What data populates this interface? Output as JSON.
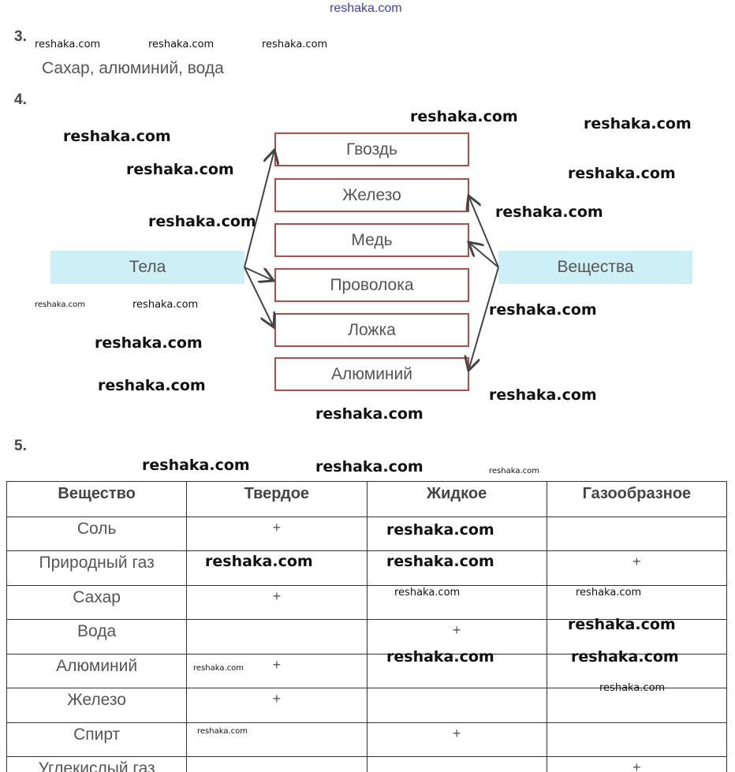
{
  "header_watermark": "reshaka.com",
  "task3": {
    "number": "3.",
    "answer": "Сахар, алюминий, вода"
  },
  "task4": {
    "number": "4.",
    "left_label": "Тела",
    "right_label": "Вещества",
    "items": [
      "Гвоздь",
      "Железо",
      "Медь",
      "Проволока",
      "Ложка",
      "Алюминий"
    ],
    "links_from_left": [
      "Гвоздь",
      "Проволока",
      "Ложка"
    ],
    "links_from_right": [
      "Железо",
      "Медь",
      "Алюминий"
    ]
  },
  "task5": {
    "number": "5.",
    "headers": [
      "Вещество",
      "Твердое",
      "Жидкое",
      "Газообразное"
    ],
    "rows": [
      [
        "Соль",
        "+",
        "",
        ""
      ],
      [
        "Природный газ",
        "",
        "",
        "+"
      ],
      [
        "Сахар",
        "+",
        "",
        ""
      ],
      [
        "Вода",
        "",
        "+",
        ""
      ],
      [
        "Алюминий",
        "+",
        "",
        ""
      ],
      [
        "Железо",
        "+",
        "",
        ""
      ],
      [
        "Спирт",
        "",
        "+",
        ""
      ],
      [
        "Углекислый газ",
        "",
        "",
        "+"
      ]
    ]
  },
  "watermarks": [
    "reshaka.com"
  ],
  "colors": {
    "box_border": "#b84a4a",
    "band": "#cdf0f6",
    "header_link": "#3b3bd6"
  }
}
